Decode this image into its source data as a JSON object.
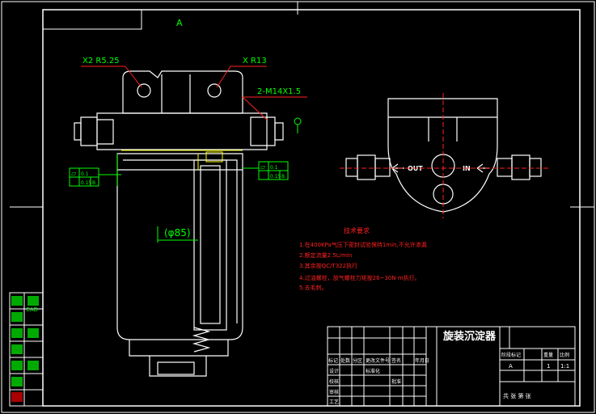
{
  "drawing": {
    "zone_letter": "A",
    "callouts": {
      "hole_radius": "X2 R5.25",
      "boss_radius": "X R13",
      "thread": "2-M14X1.5",
      "diameter": "(φ85)"
    },
    "gdt_left": {
      "symbol": "▱",
      "values": [
        "0.1",
        "0.15"
      ],
      "datum": "B"
    },
    "gdt_right": {
      "symbol": "▱",
      "values": [
        "0.1",
        "0.15"
      ],
      "datum": "B"
    },
    "port_labels": {
      "out": "OUT",
      "in": "IN"
    },
    "tech_requirements": {
      "title": "技术要求",
      "lines": [
        "1.在400KPa气压下密封试验保持1min,不允许渗漏",
        "2.额定流量2.5L/min",
        "3.其余按QC/T322执行",
        "4.过油螺栓，放气螺栓力矩按26~30N·m执行。",
        "5.去毛刺。"
      ]
    },
    "left_strip": [
      "CAD",
      "",
      "",
      "",
      "",
      "",
      ""
    ],
    "title_block": {
      "drawing_name": "旋装沉淀器",
      "header_row": [
        "标记",
        "处数",
        "分区",
        "更改文件号",
        "签名",
        "年月日"
      ],
      "roles": [
        "设计",
        "校核",
        "审核",
        "工艺"
      ],
      "standardization": "标准化",
      "approve": "批准",
      "stage_headers": [
        "阶段标记",
        "重量",
        "比例"
      ],
      "stage_value": "A",
      "weight": "1",
      "scale": "1:1",
      "sheet": "共  张  第  张"
    }
  },
  "colors": {
    "background": "#000000",
    "outline": "#ffffff",
    "dimension": "#00ff00",
    "note": "#ff2020",
    "hidden": "#ffff00"
  }
}
